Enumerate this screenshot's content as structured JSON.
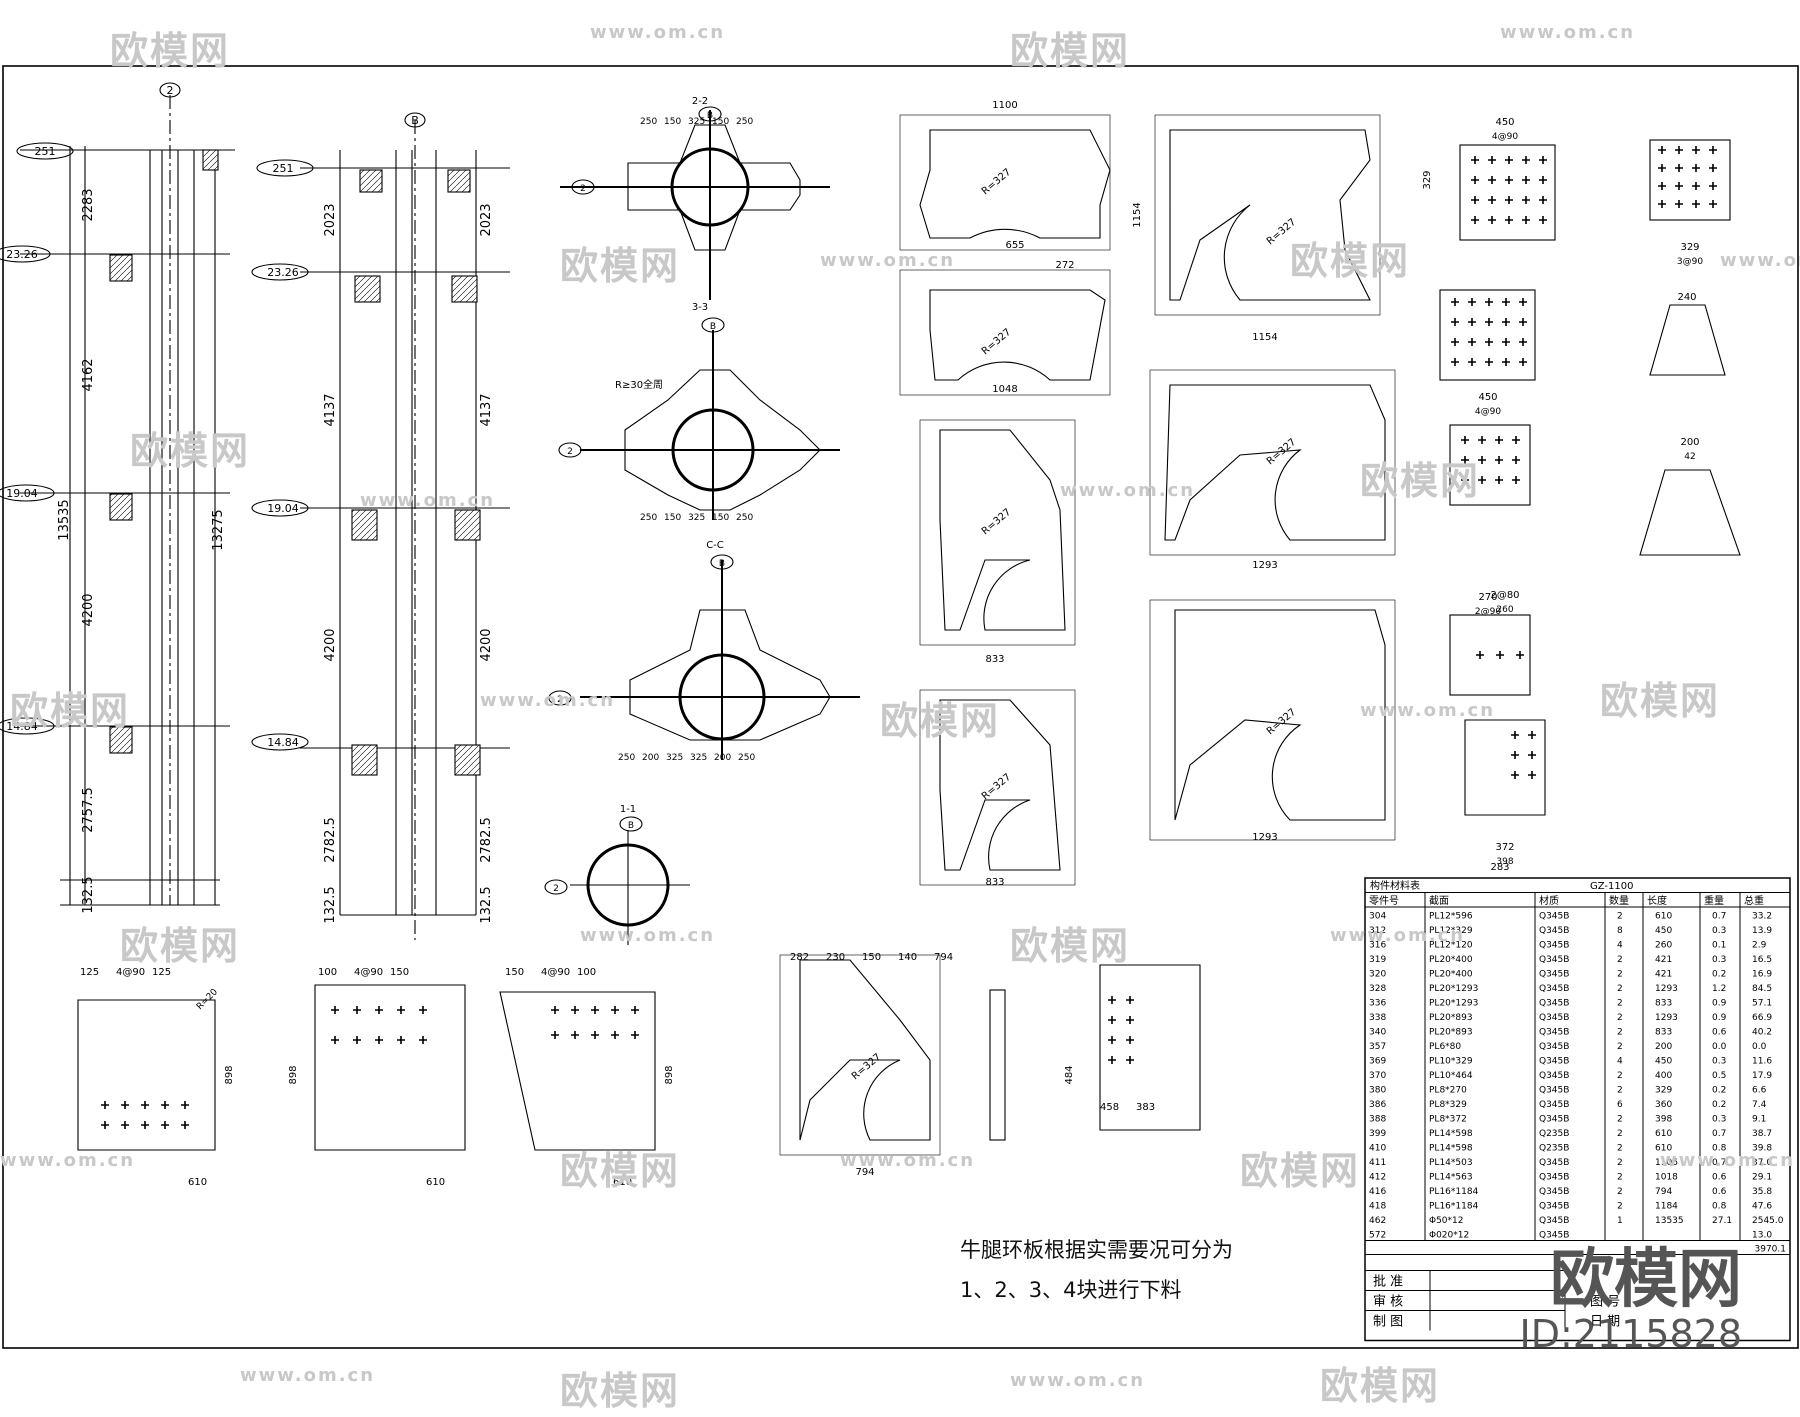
{
  "watermark": {
    "brand": "欧模网",
    "url": "www.om.cn"
  },
  "logo": {
    "brand": "欧模网",
    "id": "ID:2115828"
  },
  "column_left": {
    "tags": [
      "251",
      "23.26",
      "19.04",
      "14.84",
      "2"
    ],
    "dims": [
      "2283",
      "4162",
      "4200",
      "2757.5",
      "132.5"
    ],
    "total": "13535",
    "total2": "13275"
  },
  "column_right": {
    "tags": [
      "251",
      "23.26",
      "19.04",
      "14.84",
      "B"
    ],
    "dims": [
      "2023",
      "4137",
      "4200",
      "2782.5",
      "132.5"
    ],
    "dims_r": [
      "2023",
      "4137",
      "4200",
      "2782.5",
      "132.5"
    ]
  },
  "sections": [
    {
      "label": "2-2",
      "dims_top": [
        "250",
        "150",
        "325",
        "150",
        "250"
      ],
      "tag_b": "B",
      "tag_2": "2"
    },
    {
      "label": "3-3",
      "note": "R≥30全周",
      "dims_bottom": [
        "250",
        "150",
        "325",
        "150",
        "250"
      ],
      "tag_b": "B",
      "tag_2": "2"
    },
    {
      "label": "C-C",
      "dims_bottom": [
        "250",
        "200",
        "325",
        "325",
        "200",
        "250"
      ],
      "tag_b": "B",
      "tag_2": "2"
    },
    {
      "label": "1-1",
      "tag_b": "B",
      "tag_2": "2"
    }
  ],
  "plates": [
    {
      "label": "R=327",
      "dim_top": "1100",
      "dim_bot": "655"
    },
    {
      "label": "R=327",
      "dim_top": "272",
      "dim_bot": "1048"
    },
    {
      "label": "R=327",
      "dim_top": "1154",
      "dim_bot": "1154"
    },
    {
      "label": "R=327",
      "dim_bot": "833"
    },
    {
      "label": "R=327",
      "dim_bot": "1293"
    },
    {
      "label": "R=327",
      "dim_bot": "833"
    },
    {
      "label": "R=327",
      "dim_bot": "1293"
    },
    {
      "label": "R=327",
      "dim_bot": "794"
    }
  ],
  "small_plates": [
    {
      "dim": "450",
      "note": "4@90",
      "side": "329"
    },
    {
      "dim": "329",
      "note": "3@90"
    },
    {
      "dim": "450",
      "note": "4@90"
    },
    {
      "dim": "240"
    },
    {
      "dim": "200",
      "note": "42"
    },
    {
      "dim": "270",
      "note": "2@90"
    },
    {
      "dim": "2@80",
      "note": "260"
    },
    {
      "dim": "372",
      "note": "398",
      "extra": "283"
    }
  ],
  "bottom_plates": [
    {
      "dims": [
        "125",
        "4@90",
        "125",
        "610"
      ],
      "side": "898",
      "note": "R=20"
    },
    {
      "dims": [
        "100",
        "4@90",
        "150",
        "610"
      ],
      "side": "898"
    },
    {
      "dims": [
        "150",
        "4@90",
        "100",
        "610"
      ],
      "side": "898"
    },
    {
      "dims": [
        "282",
        "230",
        "150",
        "140",
        "794"
      ]
    },
    {
      "dims": [
        "458",
        "383"
      ],
      "side": "484"
    }
  ],
  "table": {
    "title": "构件材料表",
    "part_no": "GZ-1100",
    "headers": [
      "零件号",
      "截面",
      "材质",
      "数量",
      "长度",
      "重量",
      "总重"
    ],
    "rows": [
      [
        "304",
        "PL12*596",
        "Q345B",
        "2",
        "610",
        "0.7",
        "33.2"
      ],
      [
        "312",
        "PL12*329",
        "Q345B",
        "8",
        "450",
        "0.3",
        "13.9"
      ],
      [
        "316",
        "PL12*120",
        "Q345B",
        "4",
        "260",
        "0.1",
        "2.9"
      ],
      [
        "319",
        "PL20*400",
        "Q345B",
        "2",
        "421",
        "0.3",
        "16.5"
      ],
      [
        "320",
        "PL20*400",
        "Q345B",
        "2",
        "421",
        "0.2",
        "16.9"
      ],
      [
        "328",
        "PL20*1293",
        "Q345B",
        "2",
        "1293",
        "1.2",
        "84.5"
      ],
      [
        "336",
        "PL20*1293",
        "Q345B",
        "2",
        "833",
        "0.9",
        "57.1"
      ],
      [
        "338",
        "PL20*893",
        "Q345B",
        "2",
        "1293",
        "0.9",
        "66.9"
      ],
      [
        "340",
        "PL20*893",
        "Q345B",
        "2",
        "833",
        "0.6",
        "40.2"
      ],
      [
        "357",
        "PL6*80",
        "Q345B",
        "2",
        "200",
        "0.0",
        "0.0"
      ],
      [
        "369",
        "PL10*329",
        "Q345B",
        "4",
        "450",
        "0.3",
        "11.6"
      ],
      [
        "370",
        "PL10*464",
        "Q345B",
        "2",
        "400",
        "0.5",
        "17.9"
      ],
      [
        "380",
        "PL8*270",
        "Q345B",
        "2",
        "329",
        "0.2",
        "6.6"
      ],
      [
        "386",
        "PL8*329",
        "Q345B",
        "6",
        "360",
        "0.2",
        "7.4"
      ],
      [
        "388",
        "PL8*372",
        "Q345B",
        "2",
        "398",
        "0.3",
        "9.1"
      ],
      [
        "399",
        "PL14*598",
        "Q235B",
        "2",
        "610",
        "0.7",
        "38.7"
      ],
      [
        "410",
        "PL14*598",
        "Q235B",
        "2",
        "610",
        "0.8",
        "39.8"
      ],
      [
        "411",
        "PL14*503",
        "Q345B",
        "2",
        "1106",
        "0.7",
        "37.0"
      ],
      [
        "412",
        "PL14*563",
        "Q345B",
        "2",
        "1018",
        "0.6",
        "29.1"
      ],
      [
        "416",
        "PL16*1184",
        "Q345B",
        "2",
        "794",
        "0.6",
        "35.8"
      ],
      [
        "418",
        "PL16*1184",
        "Q345B",
        "2",
        "1184",
        "0.8",
        "47.6"
      ],
      [
        "462",
        "Φ50*12",
        "Q345B",
        "1",
        "13535",
        "27.1",
        "2545.0"
      ],
      [
        "572",
        "Φ020*12",
        "Q345B",
        "",
        "",
        "",
        "13.0"
      ]
    ],
    "total": "3970.1",
    "sign_rows": [
      "批 准",
      "审 核",
      "制 图"
    ],
    "sign_right": [
      "图 号",
      "日 期"
    ]
  },
  "note": {
    "line1": "牛腿环板根据实需要况可分为",
    "line2": "1、2、3、4块进行下料"
  }
}
